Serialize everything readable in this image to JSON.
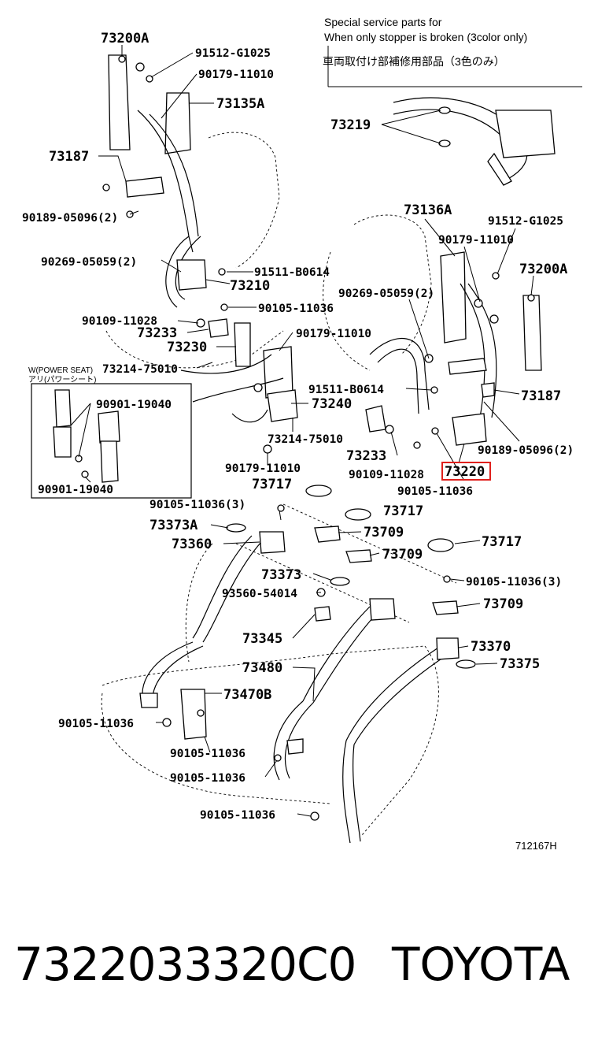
{
  "header_note": {
    "line1": "Special  service  parts  for",
    "line2": "When  only  stopper  is  broken  (3color  only)",
    "line3": "車両取付け部補修用部品（3色のみ）"
  },
  "inset": {
    "title": "W(POWER SEAT)",
    "subtitle": "アリ(パワーシート)",
    "label_a": "90901-19040",
    "label_b": "90901-19040"
  },
  "labels": {
    "l73200a_left": "73200A",
    "l91512_left": "91512-G1025",
    "l90179_left": "90179-11010",
    "l73135a": "73135A",
    "l73219": "73219",
    "l73187_left": "73187",
    "l90189_left": "90189-05096(2)",
    "l90269_left": "90269-05059(2)",
    "l91511_left": "91511-B0614",
    "l73210": "73210",
    "l90105_a": "90105-11036",
    "l90109_left": "90109-11028",
    "l73233_left": "73233",
    "l73230": "73230",
    "l73214_a": "73214-75010",
    "l90179_mid": "90179-11010",
    "l73240": "73240",
    "l73214_b": "73214-75010",
    "l90179_low": "90179-11010",
    "l73136a": "73136A",
    "l91512_right": "91512-G1025",
    "l90179_right": "90179-11010",
    "l73200a_right": "73200A",
    "l90269_right": "90269-05059(2)",
    "l91511_right": "91511-B0614",
    "l73187_right": "73187",
    "l73233_right": "73233",
    "l90189_right": "90189-05096(2)",
    "l90109_right": "90109-11028",
    "l73220": "73220",
    "l90105_b": "90105-11036",
    "l73717_a": "73717",
    "l90105_c": "90105-11036(3)",
    "l73717_b": "73717",
    "l73373a": "73373A",
    "l73709_a": "73709",
    "l73360": "73360",
    "l73709_b": "73709",
    "l73717_c": "73717",
    "l73373": "73373",
    "l90105_d": "90105-11036(3)",
    "l93560": "93560-54014",
    "l73709_c": "73709",
    "l73345": "73345",
    "l73370": "73370",
    "l73480": "73480",
    "l73375": "73375",
    "l73470b": "73470B",
    "l90105_e": "90105-11036",
    "l90105_f": "90105-11036",
    "l90105_g": "90105-11036",
    "l90105_h": "90105-11036"
  },
  "figure_id": "712167H",
  "highlight_color": "#e0201c",
  "footer": {
    "part_number": "7322033320C0",
    "brand": "TOYOTA"
  }
}
